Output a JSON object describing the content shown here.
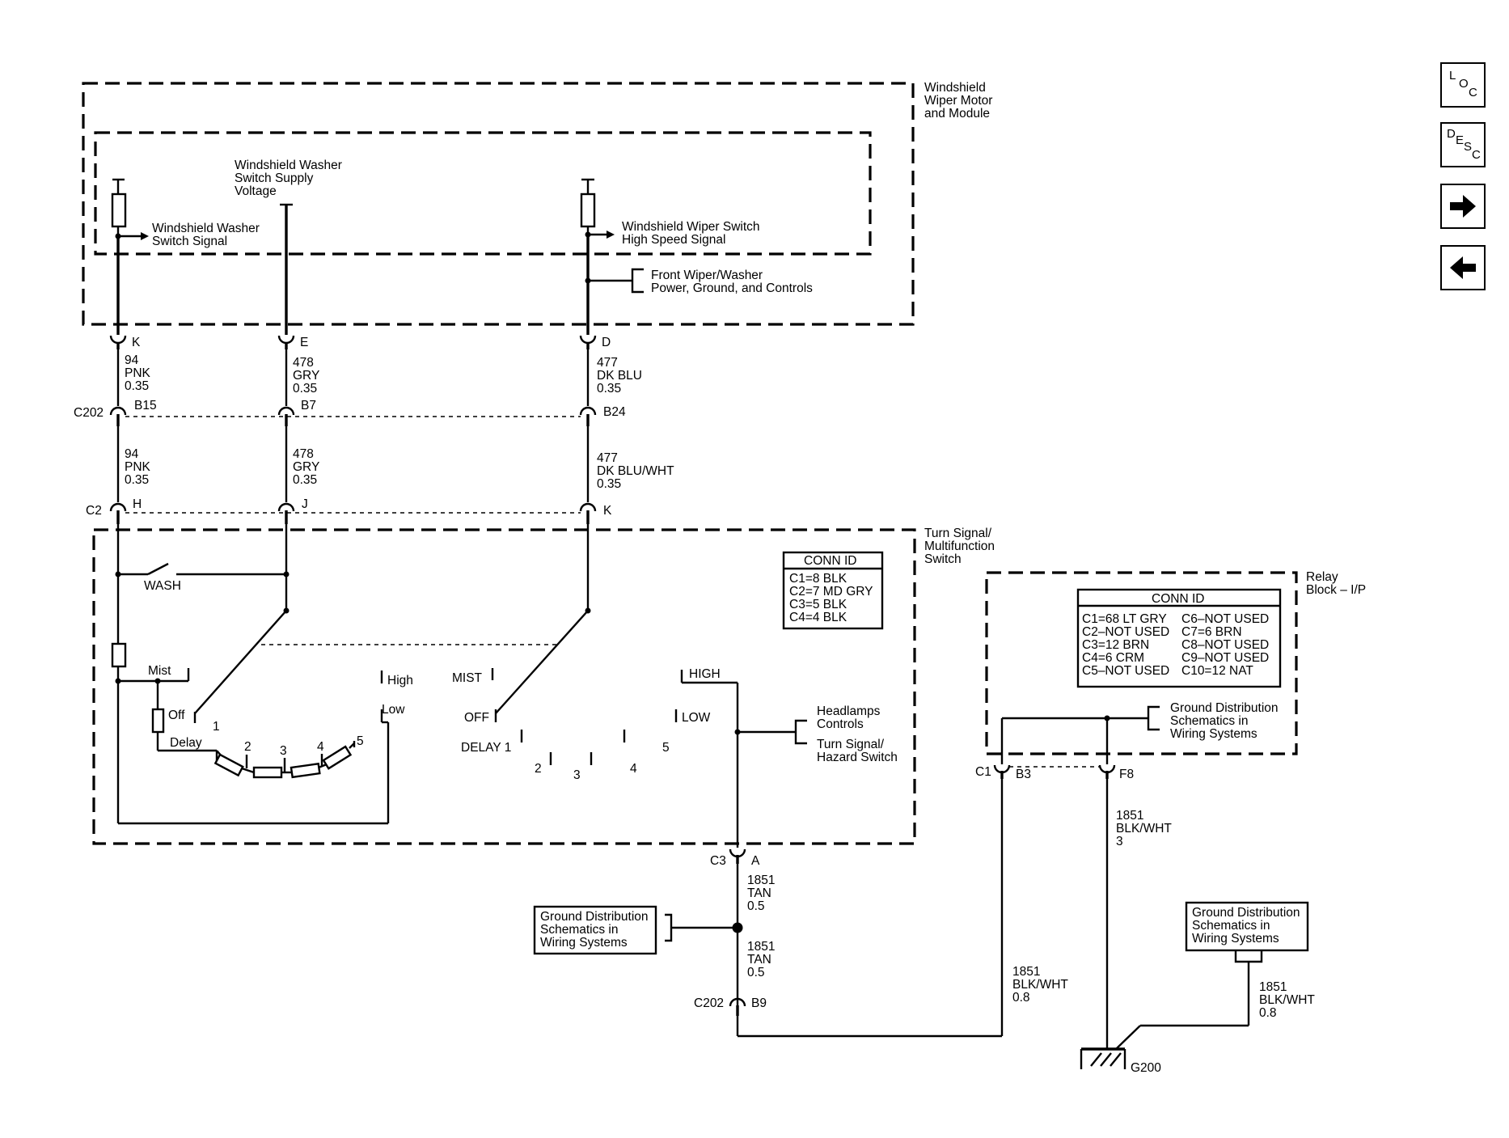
{
  "modules": {
    "wiper_motor_module": [
      "Windshield",
      "Wiper Motor",
      "and Module"
    ],
    "turn_signal_switch": [
      "Turn Signal/",
      "Multifunction",
      "Switch"
    ],
    "relay_block": [
      "Relay",
      "Block – I/P"
    ]
  },
  "signals": {
    "washer_supply": [
      "Windshield Washer",
      "Switch Supply",
      "Voltage"
    ],
    "washer_signal": [
      "Windshield Washer",
      "Switch Signal"
    ],
    "wiper_high_signal": [
      "Windshield Wiper Switch",
      "High Speed Signal"
    ],
    "front_wiper_ref": [
      "Front Wiper/Washer",
      "Power, Ground, and Controls"
    ],
    "headlamps_ref": [
      "Headlamps",
      "Controls"
    ],
    "turn_hazard_ref": [
      "Turn Signal/",
      "Hazard Switch"
    ],
    "ground_dist_relay": [
      "Ground Distribution",
      "Schematics in",
      "Wiring Systems"
    ],
    "ground_dist_left": [
      "Ground Distribution",
      "Schematics in",
      "Wiring Systems"
    ],
    "ground_dist_right": [
      "Ground Distribution",
      "Schematics in",
      "Wiring Systems"
    ]
  },
  "pins": {
    "k_top": "K",
    "e_top": "E",
    "d_top": "D",
    "b15": "B15",
    "b7": "B7",
    "b24": "B24",
    "h": "H",
    "j": "J",
    "k_c2": "K",
    "a": "A",
    "b9": "B9",
    "b3": "B3",
    "f8": "F8"
  },
  "connectors": {
    "c202_top": "C202",
    "c2": "C2",
    "c3": "C3",
    "c202_bot": "C202",
    "c1": "C1"
  },
  "wires": {
    "w94_a": [
      "94",
      "PNK",
      "0.35"
    ],
    "w478_a": [
      "478",
      "GRY",
      "0.35"
    ],
    "w477_a": [
      "477",
      "DK BLU",
      "0.35"
    ],
    "w94_b": [
      "94",
      "PNK",
      "0.35"
    ],
    "w478_b": [
      "478",
      "GRY",
      "0.35"
    ],
    "w477_b": [
      "477",
      "DK BLU/WHT",
      "0.35"
    ],
    "w1851_a": [
      "1851",
      "TAN",
      "0.5"
    ],
    "w1851_b": [
      "1851",
      "TAN",
      "0.5"
    ],
    "w1851_c": [
      "1851",
      "BLK/WHT",
      "3"
    ],
    "w1851_d": [
      "1851",
      "BLK/WHT",
      "0.8"
    ],
    "w1851_e": [
      "1851",
      "BLK/WHT",
      "0.8"
    ]
  },
  "switch_labels": {
    "wash": "WASH",
    "mist_l": "Mist",
    "off_l": "Off",
    "delay_l": "Delay",
    "high_l": "High",
    "low_l": "Low",
    "p1": "1",
    "p2": "2",
    "p3": "3",
    "p4": "4",
    "p5": "5",
    "mist_r": "MIST",
    "off_r": "OFF",
    "delay1_r": "DELAY 1",
    "low_r": "LOW",
    "r2": "2",
    "r3": "3",
    "r4": "4",
    "r5": "5",
    "high_r": "HIGH"
  },
  "conn_id_1": {
    "title": "CONN ID",
    "rows": [
      "C1=8 BLK",
      "C2=7 MD GRY",
      "C3=5 BLK",
      "C4=4 BLK"
    ]
  },
  "conn_id_2": {
    "title": "CONN ID",
    "left": [
      "C1=68 LT GRY",
      "C2–NOT USED",
      "C3=12 BRN",
      "C4=6 CRM",
      "C5–NOT USED"
    ],
    "right": [
      "C6–NOT USED",
      "C7=6 BRN",
      "C8–NOT USED",
      "C9–NOT USED",
      "C10=12 NAT"
    ]
  },
  "ground": "G200",
  "nav": {
    "loc": [
      "L",
      "O",
      "C"
    ],
    "desc": [
      "D",
      "E",
      "S",
      "C"
    ]
  }
}
